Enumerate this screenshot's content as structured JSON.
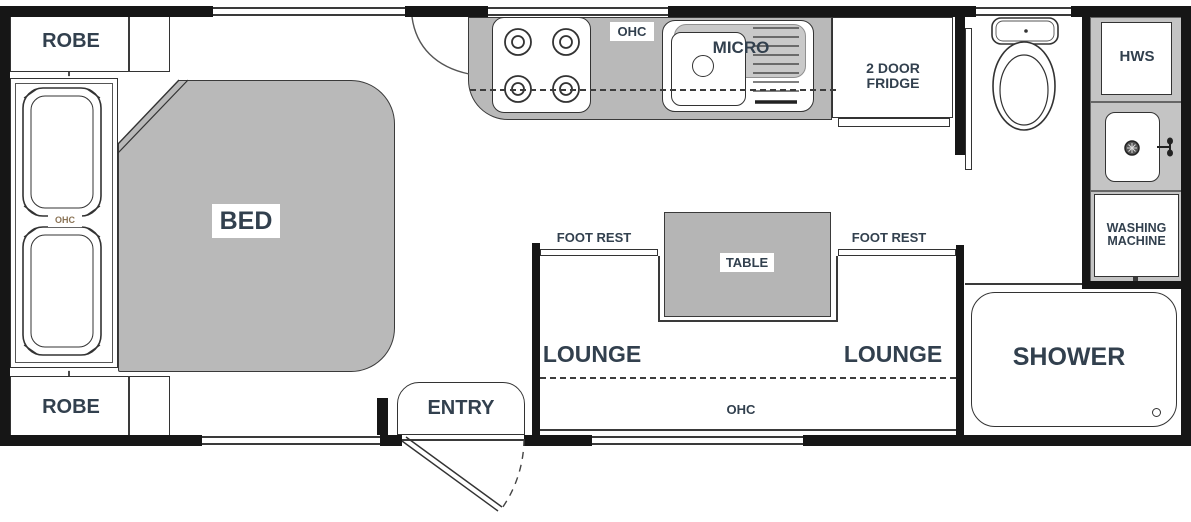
{
  "plan_type": "caravan-floorplan",
  "colors": {
    "wall": "#161616",
    "furniture_gray": "#b9b9b9",
    "micro_gray": "#c9c9c9",
    "surround_gray": "#c4c4c4",
    "label_text": "#32404e",
    "line": "#333333",
    "ohc_bunk_text": "#8a7355"
  },
  "labels": {
    "robe_top": "ROBE",
    "robe_bottom": "ROBE",
    "ohc_bunk": "OHC",
    "bed": "BED",
    "entry": "ENTRY",
    "ohc_kitchen": "OHC",
    "micro": "MICRO",
    "fridge": "2 DOOR FRIDGE",
    "hws": "HWS",
    "washing_machine": "WASHING MACHINE",
    "shower": "SHOWER",
    "foot_rest_left": "FOOT REST",
    "foot_rest_right": "FOOT REST",
    "table": "TABLE",
    "lounge_left": "LOUNGE",
    "lounge_right": "LOUNGE",
    "ohc_lounge": "OHC"
  }
}
